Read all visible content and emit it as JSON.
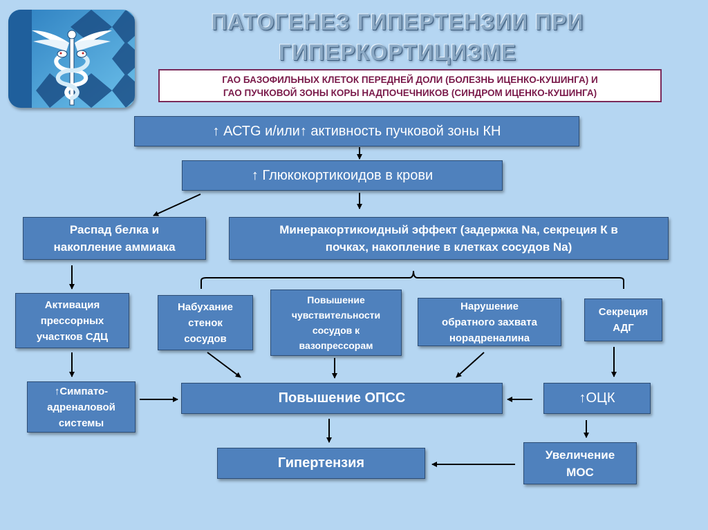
{
  "title": "ПАТОГЕНЕЗ ГИПЕРТЕНЗИИ ПРИ\nГИПЕРКОРТИЦИЗМЕ",
  "subtitle": "ГАО БАЗОФИЛЬНЫХ КЛЕТОК ПЕРЕДНЕЙ ДОЛИ (БОЛЕЗНЬ ИЦЕНКО-КУШИНГА) И\nГАО ПУЧКОВОЙ ЗОНЫ КОРЫ НАДПОЧЕЧНИКОВ (СИНДРОМ ИЦЕНКО-КУШИНГА)",
  "nodes": {
    "actg": "↑ АСТG и/или↑ активность пучковой зоны КН",
    "glucocorticoids": "↑ Глюкокортикоидов в крови",
    "protein": "Распад белка и\nнакопление аммиака",
    "mineralo": "Минеракортикоидный эффект (задержка Na, секреция К в\nпочках, накопление в клетках сосудов Na)",
    "pressor": "Активация\nпрессорных\nучастков СДЦ",
    "swelling": "Набухание\nстенок\nсосудов",
    "sensitivity": "Повышение\nчувствительности\nсосудов к\nвазопрессорам",
    "reuptake": "Нарушение\nобратного захвата\nнорадреналина",
    "adh": "Секреция\nАДГ",
    "sympatho": "↑Симпато-\nадреналовой\nсистемы",
    "opss": "Повышение ОПСС",
    "otsk": "↑ОЦК",
    "hypertension": "Гипертензия",
    "mos": "Увеличение\nМОС"
  },
  "colors": {
    "background": "#b5d6f2",
    "box_fill": "#4f81bd",
    "box_border": "#2c4d75",
    "subtitle_border": "#7a2a5a",
    "subtitle_text": "#7a1a4a",
    "arrow": "#000000"
  },
  "logo": {
    "icon": "caduceus-icon"
  }
}
